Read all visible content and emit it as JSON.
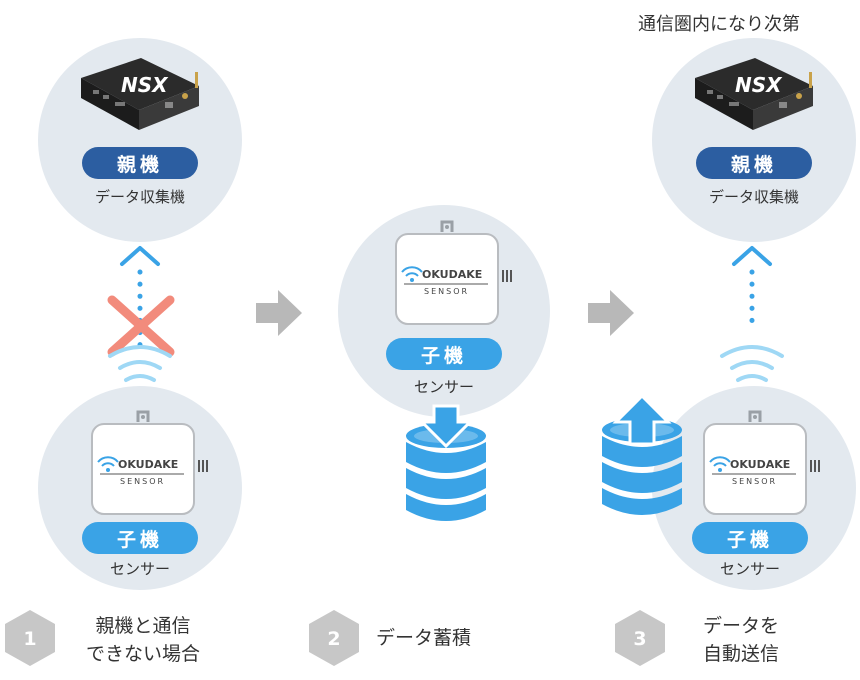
{
  "note": "通信圏内になり次第",
  "labels": {
    "parent": "親機",
    "parent_sub": "データ収集機",
    "child": "子機",
    "child_sub": "センサー"
  },
  "device": {
    "gateway_logo": "NSX",
    "sensor_brand": "OKUDAKE",
    "sensor_sub": "SENSOR"
  },
  "steps": [
    {
      "number": "1",
      "line1": "親機と通信",
      "line2": "できない場合"
    },
    {
      "number": "2",
      "line1": "データ蓄積",
      "line2": ""
    },
    {
      "number": "3",
      "line1": "データを",
      "line2": "自動送信"
    }
  ],
  "colors": {
    "parent_badge": "#2c5ea1",
    "child_badge": "#3aa3e6",
    "arrow_blue": "#3aa3e6",
    "cross": "#f28b7c",
    "gray_arrow": "#b8b8b8",
    "circle_bg": "#e3e9ef"
  }
}
